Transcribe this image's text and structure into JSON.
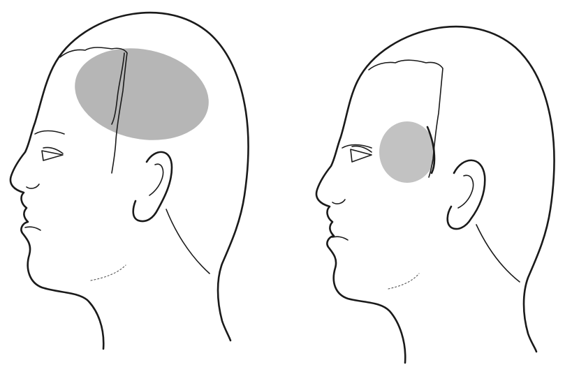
{
  "figure": {
    "panels": [
      {
        "view": "left-profile",
        "shaded_region": "upper-lateral-head",
        "shade_color": "#9a9a9a"
      },
      {
        "view": "left-profile",
        "shaded_region": "temple-near-eye",
        "shade_color": "#a8a8a8"
      }
    ],
    "line_color": "#1a1a1a",
    "background": "#ffffff"
  }
}
